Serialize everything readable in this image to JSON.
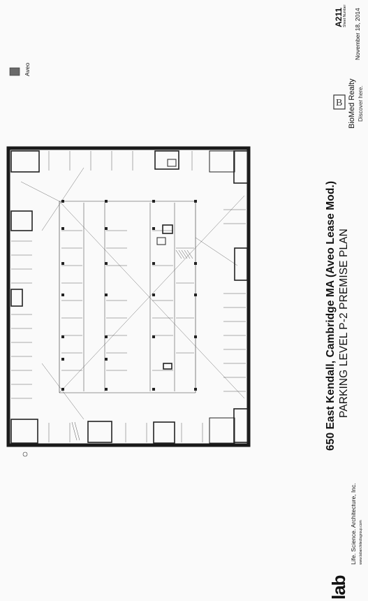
{
  "title": {
    "main": "650 East Kendall, Cambridge MA (Aveo Lease Mod.)",
    "sub": "PARKING LEVEL P-2 PREMISE PLAN"
  },
  "sheet": {
    "number": "A211",
    "number_label": "Sheet Number",
    "date": "November 18, 2014"
  },
  "legend": {
    "label": "Aveo",
    "swatch_color": "#6a6a6a"
  },
  "brand": {
    "name": "BioMed Realty",
    "tagline": "Discover here."
  },
  "architect": {
    "logo": "lab",
    "line": "Life. Science. Architecture, Inc.",
    "url": "www.labarchitectsgroup.com"
  }
}
